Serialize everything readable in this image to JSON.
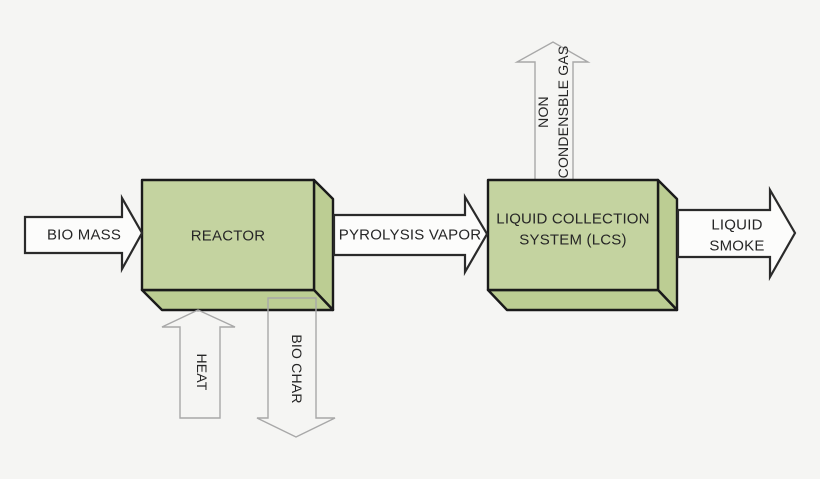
{
  "diagram": {
    "type": "process-flow",
    "background_color": "#f5f5f3",
    "colors": {
      "box_front_fill": "#c4d3a0",
      "box_side_fill": "#bccd93",
      "box_border": "#1a1a1a",
      "flow_arrow_fill": "#fcfcfb",
      "flow_arrow_border": "#2a2a2a",
      "utility_arrow_border": "#a8a8a8",
      "text": "#262626"
    },
    "nodes": [
      {
        "id": "reactor",
        "lines": [
          "REACTOR"
        ]
      },
      {
        "id": "lcs",
        "lines": [
          "LIQUID COLLECTION",
          "SYSTEM (LCS)"
        ]
      }
    ],
    "flows": [
      {
        "id": "bio-mass",
        "lines": [
          "BIO MASS"
        ],
        "direction": "right",
        "style": "bold"
      },
      {
        "id": "pyrolysis-vapor",
        "lines": [
          "PYROLYSIS VAPOR"
        ],
        "direction": "right",
        "style": "bold"
      },
      {
        "id": "liquid-smoke",
        "lines": [
          "LIQUID",
          "SMOKE"
        ],
        "direction": "right",
        "style": "bold"
      },
      {
        "id": "heat",
        "lines": [
          "HEAT"
        ],
        "direction": "up",
        "style": "thin"
      },
      {
        "id": "bio-char",
        "lines": [
          "BIO CHAR"
        ],
        "direction": "down",
        "style": "thin"
      },
      {
        "id": "non-condensble-gas",
        "lines": [
          "NON",
          "CONDENSBLE GAS"
        ],
        "direction": "up",
        "style": "thin"
      }
    ]
  }
}
